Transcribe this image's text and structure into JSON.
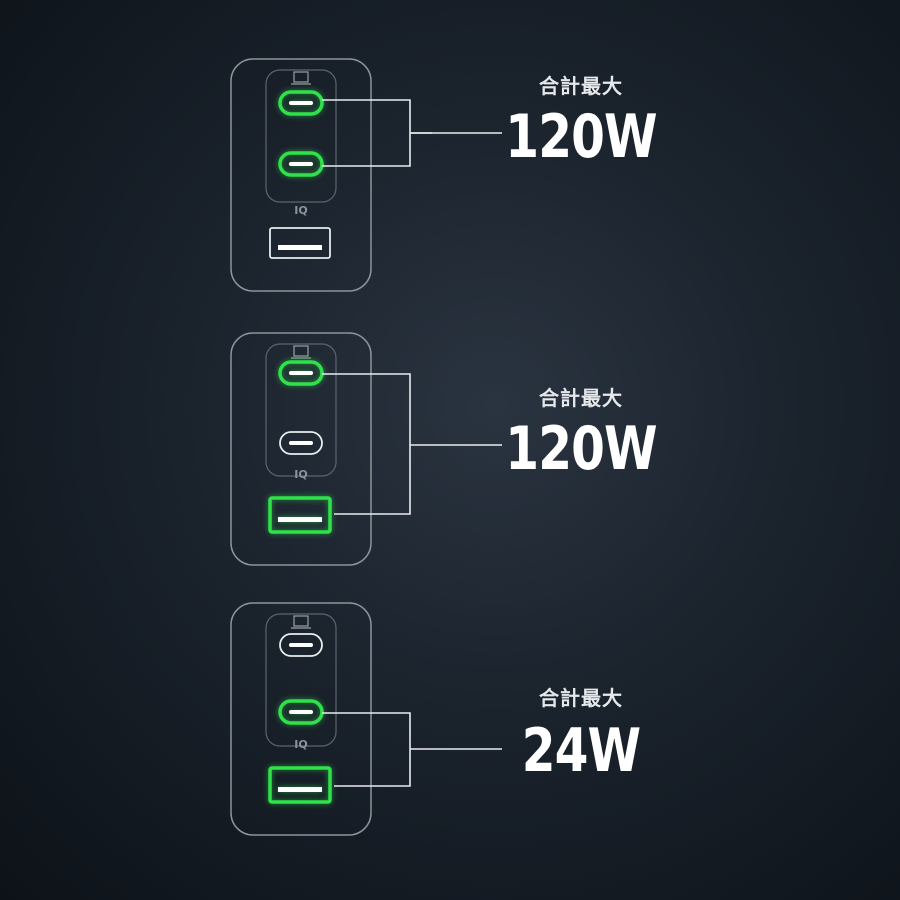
{
  "colors": {
    "active": "#2fe24a",
    "inactive": "#e8ecef",
    "outline": "#8c939b",
    "line": "#e8ecef"
  },
  "brand_mark": "IQ",
  "configs": [
    {
      "ports": {
        "usb_c1": "active",
        "usb_c2": "active",
        "usb_a": "inactive"
      },
      "label_small": "合計最大",
      "label_big": "120W"
    },
    {
      "ports": {
        "usb_c1": "active",
        "usb_c2": "inactive",
        "usb_a": "active"
      },
      "label_small": "合計最大",
      "label_big": "120W"
    },
    {
      "ports": {
        "usb_c1": "inactive",
        "usb_c2": "active",
        "usb_a": "active"
      },
      "label_small": "合計最大",
      "label_big": "24W"
    }
  ]
}
